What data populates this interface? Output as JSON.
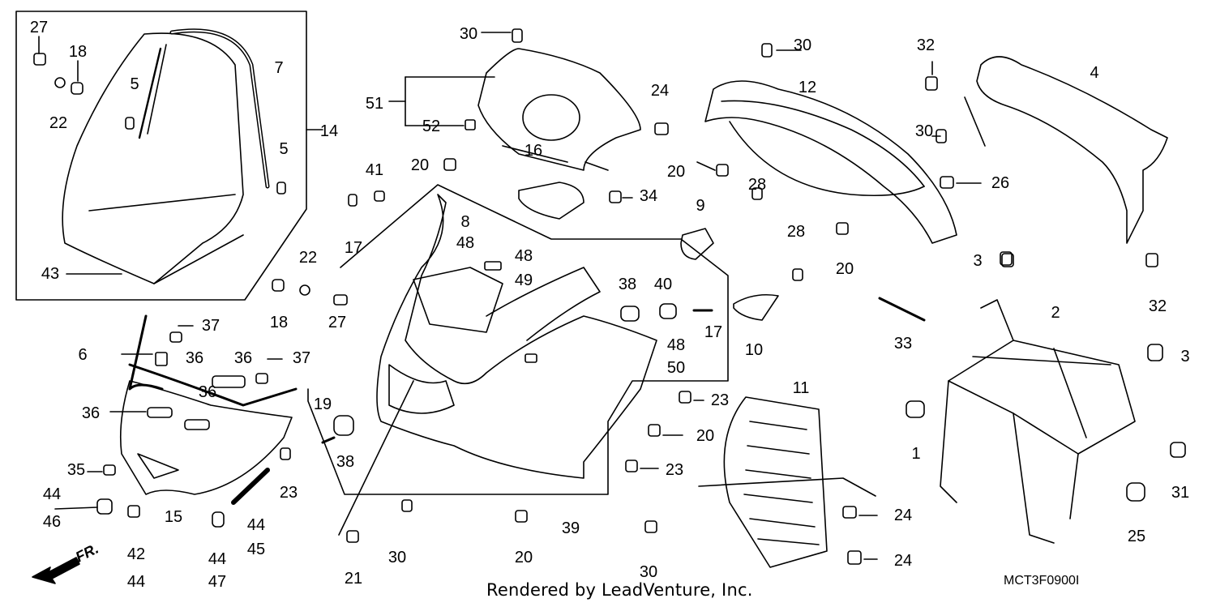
{
  "footer": {
    "credit": "Rendered by LeadVenture, Inc.",
    "diagram_code": "MCT3F0900I",
    "front_indicator": "FR."
  },
  "part_labels": [
    "27",
    "18",
    "5",
    "7",
    "22",
    "14",
    "5",
    "43",
    "22",
    "18",
    "27",
    "30",
    "51",
    "52",
    "24",
    "20",
    "41",
    "17",
    "8",
    "48",
    "48",
    "49",
    "16",
    "34",
    "20",
    "9",
    "28",
    "28",
    "20",
    "30",
    "12",
    "30",
    "26",
    "32",
    "4",
    "3",
    "32",
    "38",
    "40",
    "17",
    "48",
    "50",
    "10",
    "33",
    "2",
    "3",
    "1",
    "31",
    "25",
    "6",
    "37",
    "36",
    "36",
    "37",
    "36",
    "36",
    "35",
    "15",
    "44",
    "46",
    "42",
    "44",
    "44",
    "47",
    "44",
    "45",
    "23",
    "19",
    "38",
    "21",
    "30",
    "39",
    "20",
    "23",
    "20",
    "23",
    "11",
    "24",
    "30",
    "24"
  ],
  "colors": {
    "line": "#000000",
    "background": "#ffffff"
  },
  "icons": [
    "front-arrow-icon"
  ]
}
